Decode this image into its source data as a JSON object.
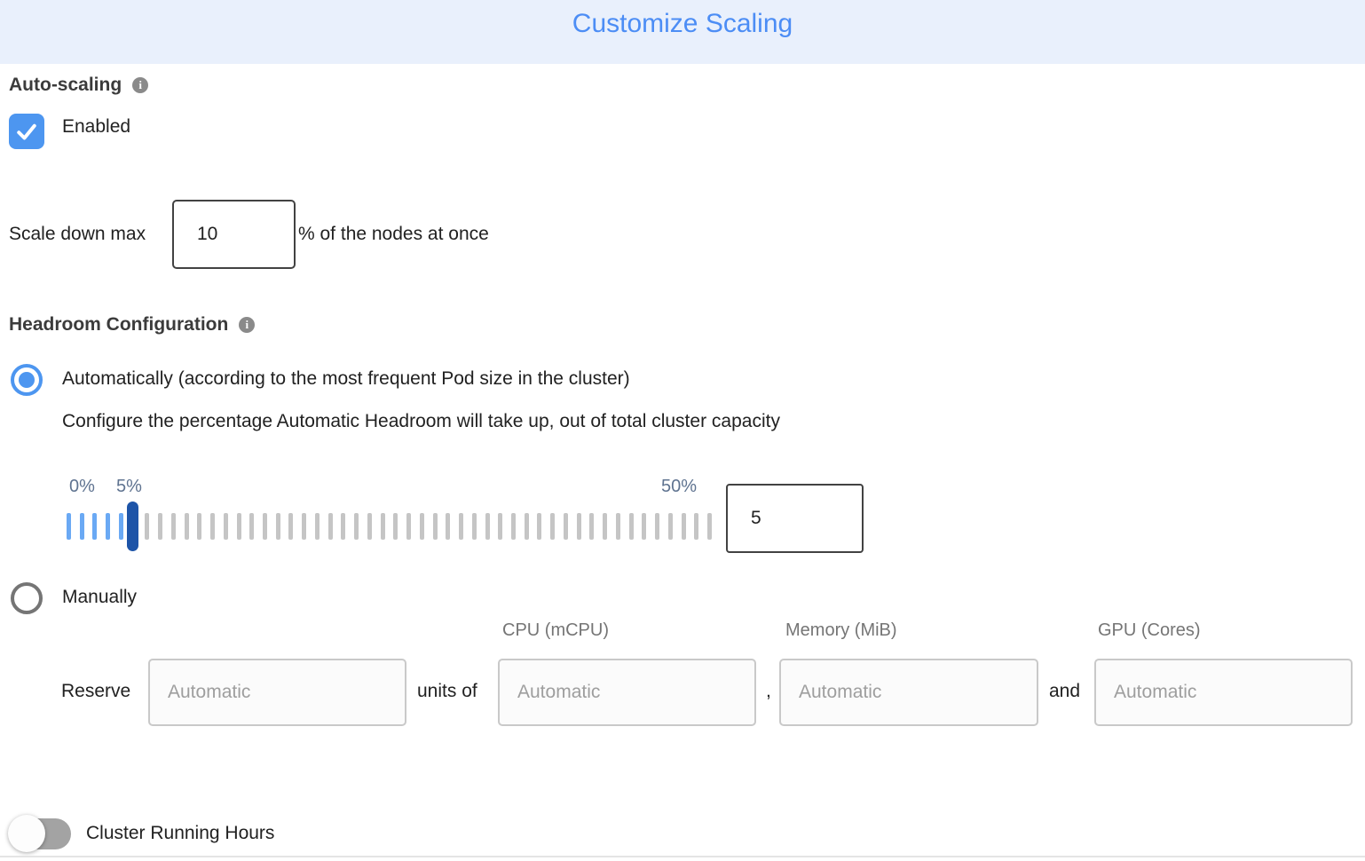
{
  "header": {
    "title": "Customize Scaling"
  },
  "auto_scaling": {
    "label": "Auto-scaling",
    "enabled_label": "Enabled",
    "checkbox_checked": true
  },
  "scale_down": {
    "label": "Scale down max",
    "value": "10",
    "suffix": "% of the nodes at once"
  },
  "headroom": {
    "label": "Headroom Configuration",
    "auto_option": "Automatically (according to the most frequent Pod size in the cluster)",
    "auto_option_selected": true,
    "auto_description": "Configure the percentage Automatic Headroom will take up, out of total cluster capacity",
    "slider": {
      "min_label": "0%",
      "current_label": "5%",
      "max_label": "50%",
      "tick_count": 50,
      "active_tick_count": 6,
      "handle_tick_index": 5,
      "value": "5"
    },
    "manual_option": "Manually",
    "manual_option_selected": false
  },
  "manual_headroom": {
    "columns": [
      "CPU (mCPU)",
      "Memory (MiB)",
      "GPU (Cores)"
    ],
    "reserve_label": "Reserve",
    "units_of_label": "units of",
    "comma_label": ",",
    "and_label": "and",
    "placeholder": "Automatic"
  },
  "cluster_running_hours": {
    "label": "Cluster Running Hours",
    "toggle_on": false
  },
  "info_icon_glyph": "i",
  "colors": {
    "accent_blue": "#4d96f0",
    "title_blue": "#4c8df5",
    "header_bg": "#e9f0fc",
    "tick_blue": "#6aa9f4",
    "tick_gray": "#c5c5c5",
    "handle_blue": "#1d54a8",
    "slider_label_color": "#5f7390"
  }
}
